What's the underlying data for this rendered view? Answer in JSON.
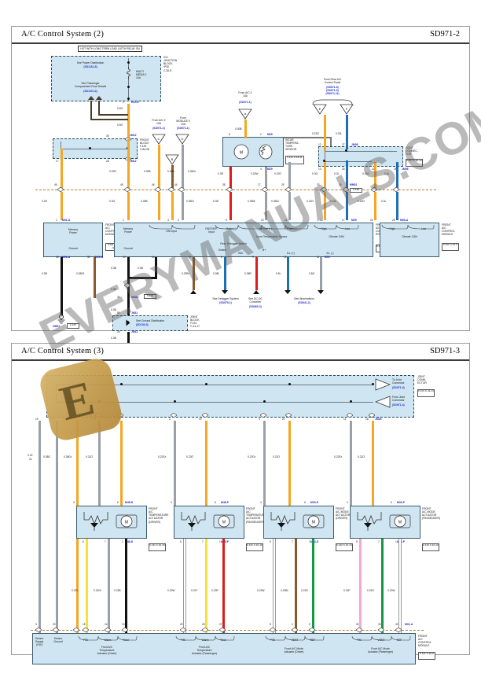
{
  "document": {
    "watermark": "EVERYMANUALS.COM",
    "logo_letter": "E"
  },
  "sheets": [
    {
      "title": "A/C Control System (2)",
      "code": "SD971-2",
      "notes": {
        "hot_banner": "HOT WITH LONG TERM\nLOAD LATCH RELAY ON",
        "power_distribution": "See Power Distribution",
        "power_distribution_ref": "(SD118-13)",
        "passenger_fuse": "See Passenger\nCompartment Fuse Details",
        "passenger_fuse_ref": "(SD120-12)",
        "fuse_name": "MULTI\nMEDIA 2\n10A",
        "icu_block": "ICU\nJUNCTION\nBLOCK\nIP30\nC.30-5",
        "icu_g": "ICU-G",
        "front_block": "FRONT\nBLOCK\nF.125\nC.84-08",
        "joint_block": "JOINT\nBLOCK\nF.131\nC.41-17",
        "ground_distribution": "See Ground Distribution",
        "ground_distribution_ref": "(SD130-3)",
        "joint_connector": "JOINT\nCONNEC-\nTOR",
        "joint_connector_box": "F.137\nC.62-14"
      },
      "sources": [
        {
          "id": "A",
          "text": "From A/C 4\n10A",
          "ref": "(SD971-1)"
        },
        {
          "id": "C",
          "text": "From A/C 4\n10A",
          "ref": "(SD971-1)"
        },
        {
          "id": "D",
          "text": "From\nMODULE 9\n10A",
          "ref": "(SD971-1)"
        },
        {
          "id": "B",
          "text": "From A/C 4\n10A",
          "ref": "(SD971-1)"
        },
        {
          "id": "E",
          "text": "From Rear A/C\nControl Panel",
          "ref": "(SD971-8)\n(SD971-9)\n(SD971-11)"
        },
        {
          "id": "F",
          "text": "",
          "ref": ""
        }
      ],
      "components": [
        {
          "name": "INCAR\nTEMPERA-\nTURE\nSENSOR",
          "conn": "F.121\nC.18-11"
        },
        {
          "name": "FRONT\nA/C\nCONTROL\nMODULE",
          "conn": "F.121\nC.18-3/4"
        },
        {
          "name": "FRONT\nA/C\nCONT-\nROLLER",
          "conn": "F.146\nC.10-19"
        },
        {
          "name": "FRONT\nA/C\nCONTROL\nMODULE",
          "conn": "F.121\nC.10-3"
        }
      ],
      "module_pins": [
        "Memory\nPower",
        "Ground",
        "Memory\nPower",
        "Ground",
        "ON Input",
        "ONSTART\nInput",
        "Motor (-)",
        "Sensor (+)",
        "Sensor (-)",
        "High",
        "Low",
        "IND",
        "B+",
        "ILL (+)",
        "ILL (-)",
        "High",
        "Low"
      ],
      "group_labels": [
        "Incar Temperature Sensor",
        "Rear Defogger Switch",
        "Switch",
        "Climate CAN",
        "Climate CAN"
      ],
      "destinations": [
        {
          "text": "See Defogger System",
          "ref": "(SD979-1)"
        },
        {
          "text": "See DC-DC\nConverter",
          "ref": "(SD963-3)"
        },
        {
          "text": "See Illuminations",
          "ref": "(SD941-2)"
        }
      ],
      "connector_tags": [
        "M01-A",
        "JM12",
        "JM12",
        "M29",
        "M29",
        "JM08",
        "JM08",
        "MM01",
        "M01-A",
        "M01-B",
        "MM10",
        "JM11",
        "JM11",
        "M09",
        "M01-A"
      ],
      "grounds": [
        {
          "id": "GM01",
          "conn": "F.125"
        },
        {
          "id": "GM02",
          "conn": "F.127"
        }
      ],
      "wire_labels_upper": [
        "0.5O",
        "0.5O",
        "0.30B",
        "0.30B",
        "0.30B",
        "0.30B",
        "0.22O",
        "0.3R",
        "0.22W",
        "0.22O",
        "0.22L",
        "0.3O",
        "0.3L",
        "0.22O",
        "0.3L"
      ],
      "wire_labels_lower": [
        "0.3O",
        "0.3O",
        "0.3O",
        "0.30B",
        "0.22O",
        "0.35Gr",
        "0.3R",
        "0.35W",
        "0.35Gr",
        "0.35Gr",
        "0.22O",
        "0.22L",
        "0.35L",
        "0.35R",
        "0.5L",
        "0.5O",
        "0.22O",
        "0.3L"
      ],
      "wire_labels_ground": [
        "0.3B",
        "0.3B/O",
        "0.3B",
        "0.3B",
        "0.3B",
        "0.3B"
      ],
      "wire_labels_bottom": [
        "0.22Br",
        "0.35L",
        "0.35R",
        "0.5L",
        "0.5O"
      ]
    },
    {
      "title": "A/C Control System (3)",
      "code": "SD971-3",
      "notes": {
        "to_joint": "To Joint\nConnector",
        "to_joint_ref": "(SD971-4)",
        "from_joint": "From Joint\nConnector",
        "from_joint_ref": "(SD971-4)",
        "joint_connector": "JOINT\nCONN-\nECTOR",
        "joint_connector_box": "F.12X\nC.41-13"
      },
      "components": [
        {
          "name": "FRONT\nA/C\nTEMPERATURE\nACTUATOR\n(DRIVER)",
          "conn_top": "M48-D",
          "conn_bottom": "M48-D",
          "conn_box": "F.131\nC.10-16"
        },
        {
          "name": "FRONT\nA/C\nTEMPERATURE\nACTUATOR\n(PASSENGER)",
          "conn_top": "M48-P",
          "conn_bottom": "M48-P",
          "conn_box": "F.131\nC.10-16"
        },
        {
          "name": "FRONT\nA/C MODE\nACTUATOR\n(DRIVER)",
          "conn_top": "M33-D",
          "conn_bottom": "M33-D",
          "conn_box": "F.132\nC.10-13"
        },
        {
          "name": "FRONT\nA/C MODE\nACTUATOR\n(PASSENGER)",
          "conn_top": "M33-P",
          "conn_bottom": "M33-P",
          "conn_box": "F.133\nC.10-13"
        }
      ],
      "module": {
        "name": "FRONT\nA/C\nCONTROL\nMODULE",
        "conn": "F.121\nC.10-5",
        "tag": "M01-A"
      },
      "module_pins": [
        "Sensor\nSupply\n(+5V)",
        "Sensor\nGround",
        "F/B",
        "Warm",
        "Cool",
        "F/B",
        "Warm",
        "Cool",
        "F/B",
        "VENT",
        "DEF",
        "F/B",
        "VENT",
        "DEF"
      ],
      "group_labels": [
        "Front A/C\nTemperature\nActuator (Driver)",
        "Front A/C\nTemperature\nActuator (Passenger)",
        "Front A/C Mode\nActuator (Driver)",
        "Front A/C Mode\nActuator (Passenger)"
      ],
      "bus_tag": "JM03",
      "wire_labels_top": [
        "0.22\nGr",
        "0.38O",
        "0.36Gr",
        "0.22O",
        "0.22Gr",
        "0.22O",
        "0.22Gr",
        "0.22O",
        "0.22Gr",
        "0.22O"
      ],
      "wire_labels_bottom": [
        "0.22Y",
        "0.22Gr",
        "0.22B",
        "0.22W",
        "0.22Y",
        "0.22R",
        "0.22W",
        "0.22Br",
        "0.22G",
        "0.22P",
        "0.22G",
        "0.22W"
      ],
      "pin_numbers_top": [
        "19",
        "12",
        "16",
        "2",
        "19",
        "4",
        "21",
        "11",
        "16"
      ],
      "pin_numbers_bottom": [
        "3",
        "20",
        "15",
        "14",
        "13",
        "29",
        "28",
        "27",
        "8",
        "4",
        "5",
        "32",
        "30",
        "33"
      ]
    }
  ],
  "colors": {
    "orange": "#F5A623",
    "gray": "#9AA0A6",
    "blue": "#1F6FB5",
    "red": "#E01B1B",
    "black": "#111111",
    "yellow": "#F2E23A",
    "white_wire": "#FFFFFF",
    "brown": "#8A5A2B",
    "green": "#119944",
    "pink": "#F4A8CE",
    "box_fill": "#CFE6F2",
    "box_border": "#4A6B80",
    "ref_text": "#1A2FD0"
  }
}
